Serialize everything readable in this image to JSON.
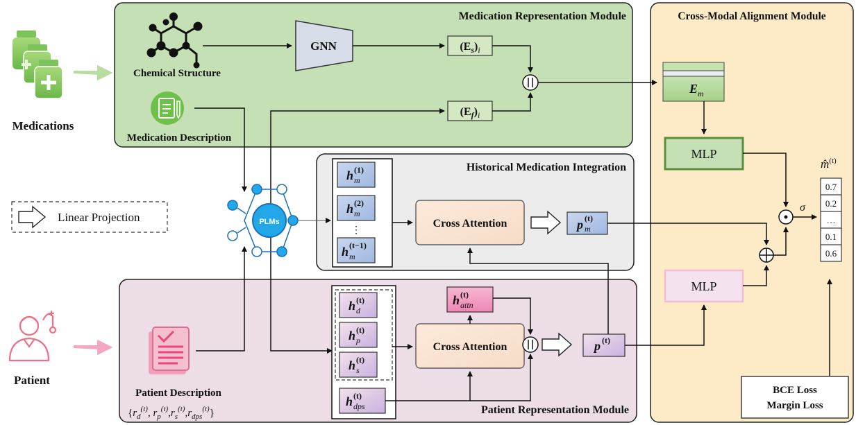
{
  "medications": {
    "label": "Medications"
  },
  "patient": {
    "label": "Patient"
  },
  "legend": {
    "label": "Linear Projection"
  },
  "modules": {
    "medication": "Medication Representation Module",
    "historical": "Historical Medication Integration",
    "patient": "Patient Representation Module",
    "cross_modal": "Cross-Modal Alignment Module"
  },
  "medication_module": {
    "chemical_structure": "Chemical Structure",
    "medication_description": "Medication Description",
    "gnn": "GNN",
    "es": "(E",
    "es_sub": "s",
    "es_suffix": ")",
    "es_index": "i",
    "ef": "(E",
    "ef_sub": "f",
    "ef_suffix": ")",
    "ef_index": "i"
  },
  "plms": "PLMs",
  "historical_module": {
    "h1": {
      "base": "h",
      "sub": "m",
      "sup": "(1)"
    },
    "h2": {
      "base": "h",
      "sub": "m",
      "sup": "(2)"
    },
    "ellipsis": "⋮",
    "ht1": {
      "base": "h",
      "sub": "m",
      "sup": "(t−1)"
    },
    "cross_attention": "Cross Attention",
    "pm": {
      "base": "p",
      "sub": "m",
      "sup": "(t)"
    }
  },
  "patient_module": {
    "hd": {
      "base": "h",
      "sub": "d",
      "sup": "(t)"
    },
    "hp": {
      "base": "h",
      "sub": "p",
      "sup": "(t)"
    },
    "hs": {
      "base": "h",
      "sub": "s",
      "sup": "(t)"
    },
    "hdps": {
      "base": "h",
      "sub": "dps",
      "sup": "(t)"
    },
    "hattn": {
      "base": "h",
      "sub": "attn",
      "sup": "(t)"
    },
    "cross_attention": "Cross Attention",
    "p": {
      "base": "p",
      "sup": "(t)"
    },
    "description_label": "Patient Description",
    "description_formula": "{r_d^(t), r_p^(t), r_s^(t), r_dps^(t)}"
  },
  "cross_modal_module": {
    "em": {
      "base": "E",
      "sub": "m"
    },
    "mlp_top": "MLP",
    "mlp_bottom": "MLP",
    "sigma": "σ",
    "mhat": {
      "base": "m̂",
      "sup": "(t)"
    },
    "loss1": "BCE Loss",
    "loss2": "Margin Loss",
    "output_values": [
      "0.7",
      "0.2",
      "…",
      "0.1",
      "0.6"
    ]
  },
  "colors": {
    "medication_bg": "#c5e0b4",
    "historical_bg": "#ececec",
    "patient_bg": "#ecdde6",
    "cross_modal_bg": "#fdebc8",
    "blue_box": "#b4c7e7",
    "purple_box": "#d8c4e4",
    "pink_box": "#f29cc2",
    "attn_box": "#fbe3d3",
    "green_box": "#d5e8c4",
    "plms": "#22a8e8"
  }
}
